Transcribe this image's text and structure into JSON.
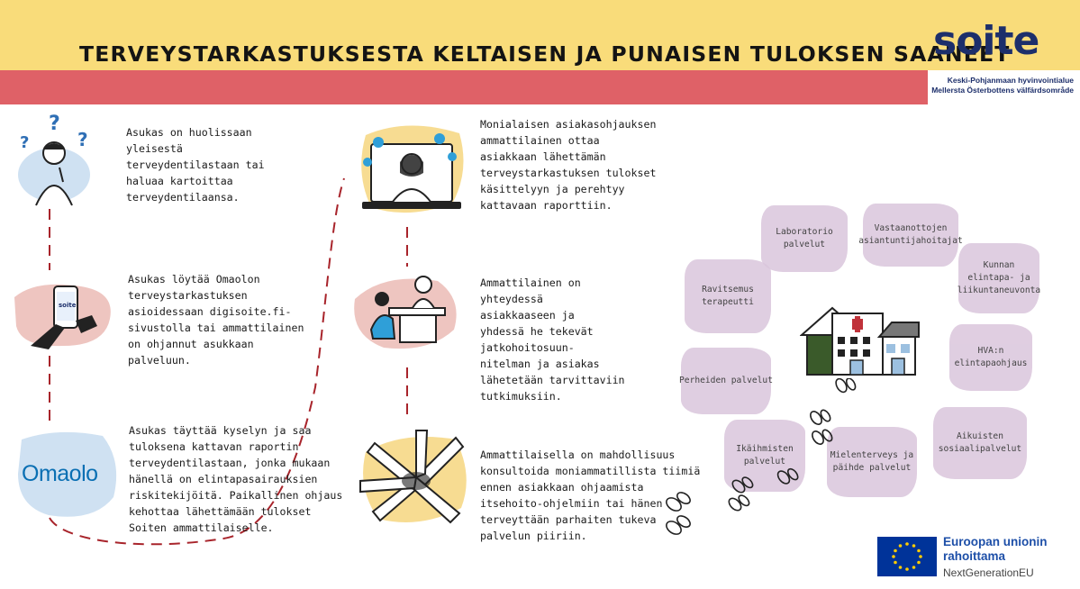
{
  "header": {
    "title": "TERVEYSTARKASTUKSESTA KELTAISEN JA PUNAISEN TULOKSEN SAANEET",
    "logo_word": "soite",
    "logo_sub": [
      "Keski-Pohjanmaan hyvinvointialue",
      "Mellersta Österbottens välfärdsområde"
    ]
  },
  "steps_left": [
    {
      "lines": [
        "Asukas on huolissaan",
        "yleisestä",
        "terveydentilastaan tai",
        "haluaa kartoittaa",
        "terveydentilaansa."
      ]
    },
    {
      "lines": [
        "Asukas löytää Omaolon",
        "terveystarkastuksen",
        "asioidessaan digisoite.fi-",
        "sivustolla tai ammattilainen",
        "on ohjannut asukkaan",
        "palveluun."
      ]
    },
    {
      "lines": [
        "Asukas täyttää kyselyn ja saa",
        "tuloksena kattavan raportin",
        "terveydentilastaan, jonka mukaan",
        "hänellä on elintapasairauksien",
        "riskitekijöitä. Paikallinen ohjaus",
        "kehottaa lähettämään tulokset",
        "Soiten ammattilaiselle."
      ]
    }
  ],
  "steps_mid": [
    {
      "lines": [
        "Monialaisen asiakasohjauksen",
        "ammattilainen ottaa",
        "asiakkaan lähettämän",
        "terveystarkastuksen tulokset",
        "käsittelyyn ja perehtyy",
        "kattavaan raporttiin."
      ]
    },
    {
      "lines": [
        "Ammattilainen on",
        "yhteydessä",
        "asiakkaaseen ja",
        "yhdessä he tekevät",
        "jatkohoitosuun-",
        "nitelman ja asiakas",
        "lähetetään tarvittaviin",
        "tutkimuksiin."
      ]
    },
    {
      "lines": [
        "Ammattilaisella on mahdollisuus",
        "konsultoida moniammatillista tiimiä",
        "ennen asiakkaan ohjaamista",
        "itsehoito-ohjelmiin tai hänen",
        "terveyttään parhaiten tukeva",
        "palvelun piiriin."
      ]
    }
  ],
  "phone_label": "soite",
  "omaolo_label": "Omaolo",
  "services": [
    {
      "lines": [
        "Laboratorio",
        "palvelut"
      ]
    },
    {
      "lines": [
        "Vastaanottojen",
        "asiantuntijahoitajat"
      ]
    },
    {
      "lines": [
        "Kunnan",
        "elintapa- ja",
        "liikuntaneuvonta"
      ]
    },
    {
      "lines": [
        "Ravitsemus",
        "terapeutti"
      ]
    },
    {
      "lines": [
        "HVA:n",
        "elintapaohjaus"
      ]
    },
    {
      "lines": [
        "Perheiden palvelut"
      ]
    },
    {
      "lines": [
        "Ikäihmisten",
        "palvelut"
      ]
    },
    {
      "lines": [
        "Mielenterveys ja",
        "päihde palvelut"
      ]
    },
    {
      "lines": [
        "Aikuisten",
        "sosiaalipalvelut"
      ]
    }
  ],
  "eu": {
    "line1": "Euroopan unionin",
    "line2": "rahoittama",
    "line3": "NextGenerationEU"
  },
  "colors": {
    "header_yellow": "#f9dc7a",
    "header_red": "#df6167",
    "patch_purple": "#dac6dc",
    "dash_red": "#a8242b",
    "soite_blue": "#1d2f6b",
    "eu_blue": "#003399"
  },
  "icons": [
    "question-marks-icon",
    "smartphone-icon",
    "doctor-laptop-icon",
    "consultation-icon",
    "teamwork-hands-icon",
    "health-center-icon",
    "footprints-icon",
    "eu-flag-icon"
  ]
}
